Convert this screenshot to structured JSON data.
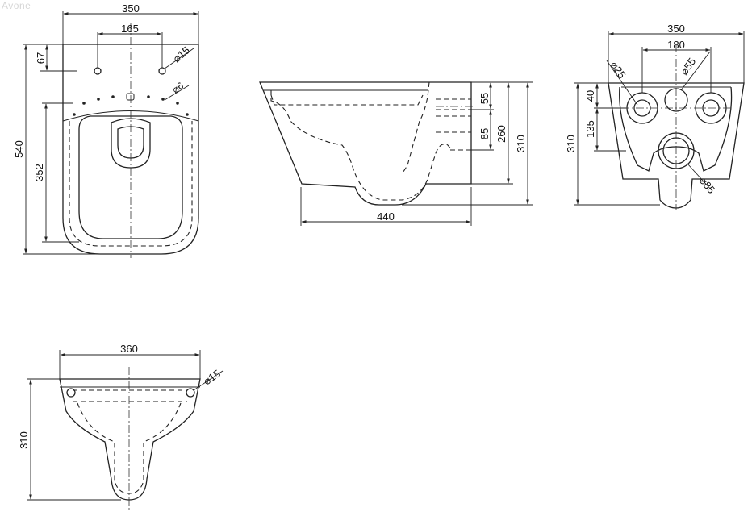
{
  "watermark": "Avone",
  "top_view": {
    "width": "350",
    "hole_spacing": "165",
    "hole_dia": "⌀15",
    "small_hole_dia": "⌀6",
    "offset": "67",
    "length": "540",
    "bowl_length": "352"
  },
  "side_view": {
    "pipe_55": "55",
    "pipe_85": "85",
    "height_260": "260",
    "height_310": "310",
    "length_440": "440"
  },
  "rear_view": {
    "width": "350",
    "spacing": "180",
    "hole_25": "⌀25",
    "hole_55": "⌀55",
    "offset_40": "40",
    "offset_135": "135",
    "height_310": "310",
    "outlet_85": "⌀85"
  },
  "front_view": {
    "width": "360",
    "hole_dia": "⌀15",
    "height": "310"
  }
}
